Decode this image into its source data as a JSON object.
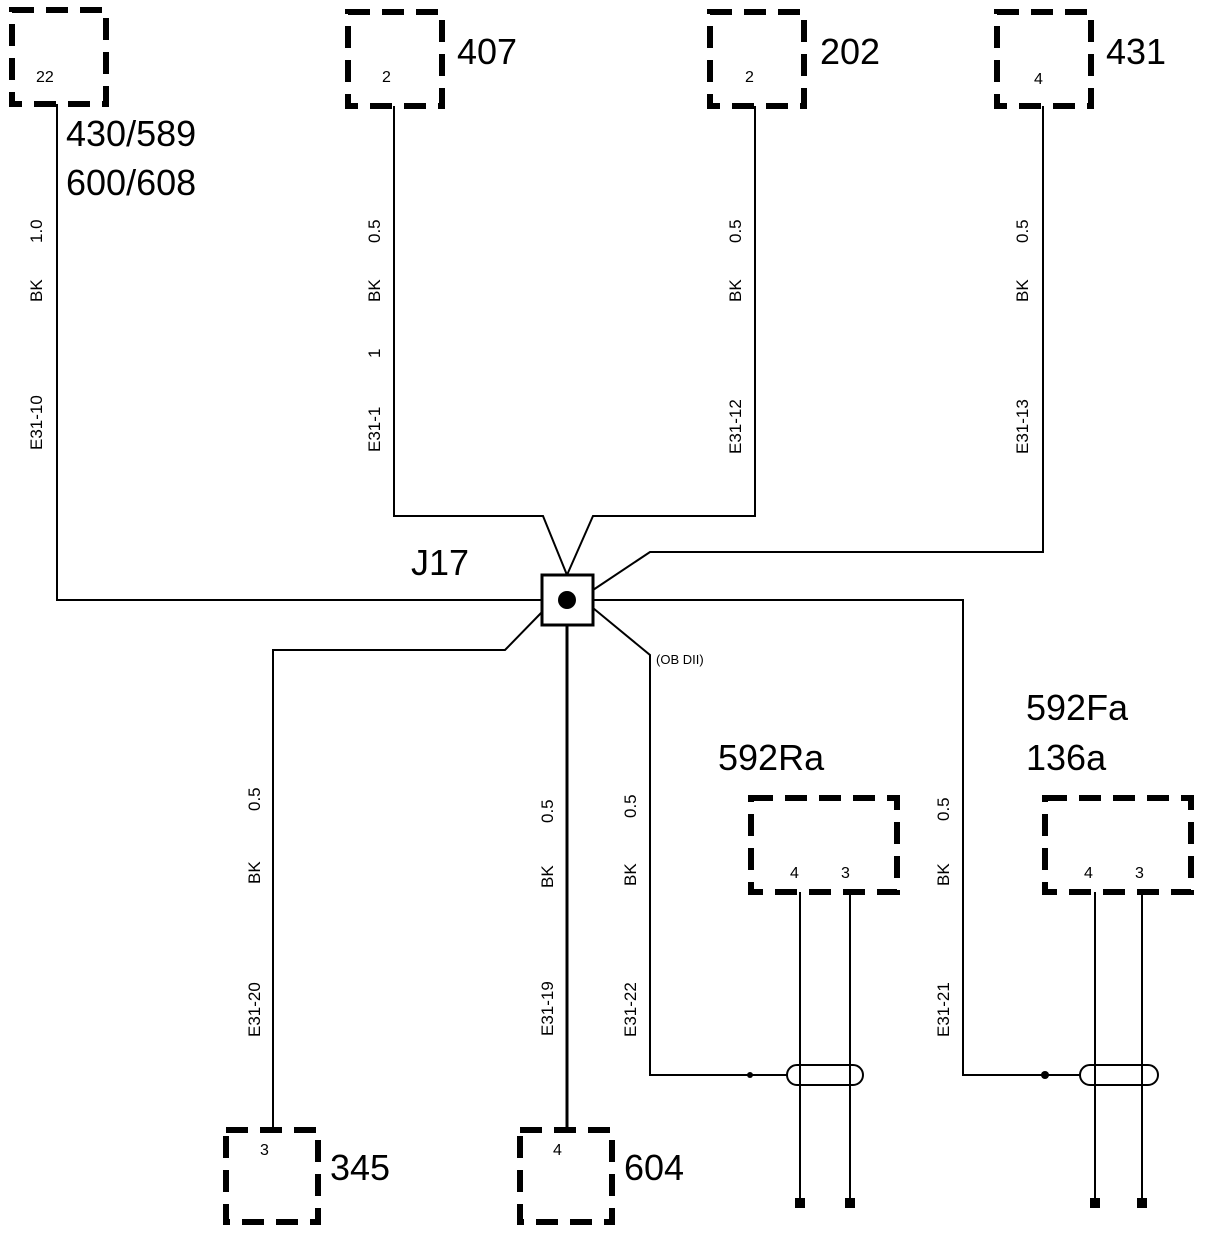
{
  "connectors": {
    "c22": {
      "pin": "22",
      "labels": [
        "430/589",
        "600/608"
      ]
    },
    "c407": {
      "pin": "2",
      "label": "407"
    },
    "c202": {
      "pin": "2",
      "label": "202"
    },
    "c431": {
      "pin": "4",
      "label": "431"
    },
    "c592Ra": {
      "pins": [
        "4",
        "3"
      ],
      "label": "592Ra"
    },
    "c592Fa": {
      "pins": [
        "4",
        "3"
      ],
      "labels": [
        "592Fa",
        "136a"
      ]
    },
    "c345": {
      "pin": "3",
      "label": "345"
    },
    "c604": {
      "pin": "4",
      "label": "604"
    }
  },
  "junction": {
    "label": "J17",
    "note": "(OB DII)"
  },
  "wires": {
    "w10": {
      "size": "1.0",
      "color": "BK",
      "id": "E31-10"
    },
    "w1": {
      "size": "0.5",
      "color": "BK",
      "extra": "1",
      "id": "E31-1"
    },
    "w12": {
      "size": "0.5",
      "color": "BK",
      "id": "E31-12"
    },
    "w13": {
      "size": "0.5",
      "color": "BK",
      "id": "E31-13"
    },
    "w20": {
      "size": "0.5",
      "color": "BK",
      "id": "E31-20"
    },
    "w19": {
      "size": "0.5",
      "color": "BK",
      "id": "E31-19"
    },
    "w22": {
      "size": "0.5",
      "color": "BK",
      "id": "E31-22"
    },
    "w21": {
      "size": "0.5",
      "color": "BK",
      "id": "E31-21"
    }
  }
}
